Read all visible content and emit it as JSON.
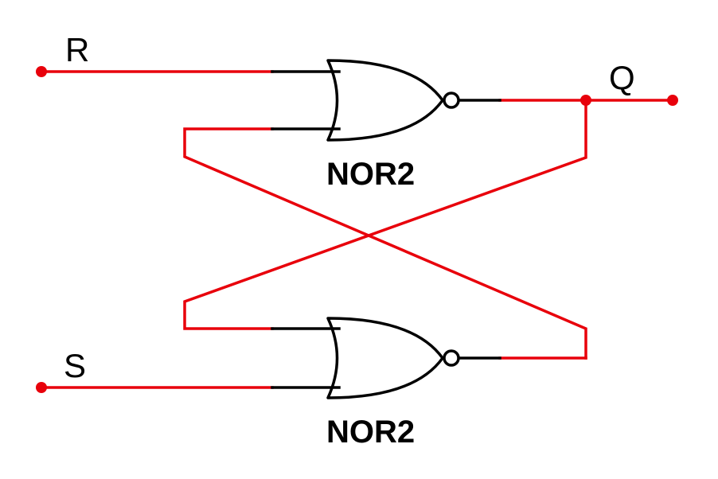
{
  "colors": {
    "wire": "#e8000b",
    "pin": "#000000",
    "gate": "#000000",
    "node": "#e8000b",
    "background": "#ffffff"
  },
  "terminals": {
    "r_label": "R",
    "s_label": "S",
    "q_label": "Q"
  },
  "gates": [
    {
      "label": "NOR2"
    },
    {
      "label": "NOR2"
    }
  ]
}
